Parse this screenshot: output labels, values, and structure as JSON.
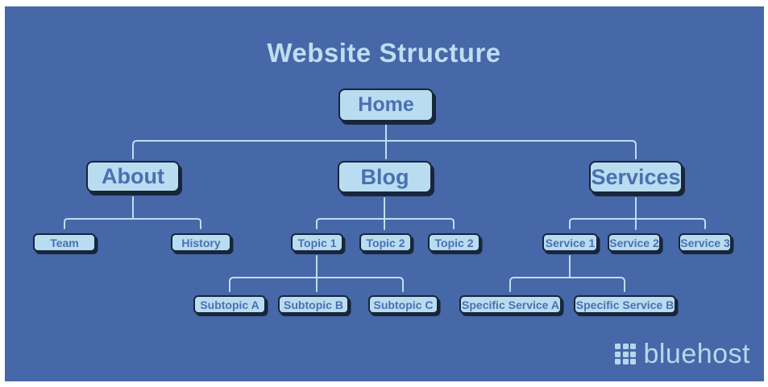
{
  "title": "Website Structure",
  "diagram": {
    "root": {
      "label": "Home"
    },
    "branches": [
      {
        "label": "About",
        "children": [
          {
            "label": "Team"
          },
          {
            "label": "History"
          }
        ]
      },
      {
        "label": "Blog",
        "children": [
          {
            "label": "Topic 1",
            "children": [
              {
                "label": "Subtopic A"
              },
              {
                "label": "Subtopic B"
              },
              {
                "label": "Subtopic C"
              }
            ]
          },
          {
            "label": "Topic 2"
          },
          {
            "label": "Topic 2"
          }
        ]
      },
      {
        "label": "Services",
        "children": [
          {
            "label": "Service 1",
            "children": [
              {
                "label": "Specific Service A"
              },
              {
                "label": "Specific Service B"
              }
            ]
          },
          {
            "label": "Service 2"
          },
          {
            "label": "Service 3"
          }
        ]
      }
    ]
  },
  "brand": {
    "name": "bluehost"
  },
  "colors": {
    "background": "#4667a8",
    "frame": "#ffffff",
    "node_fill": "#b9dcf0",
    "node_border": "#17263a",
    "node_text": "#4a70b2",
    "connector": "#bedef2",
    "title_text": "#bedef2",
    "logo": "#b7d8ec"
  }
}
